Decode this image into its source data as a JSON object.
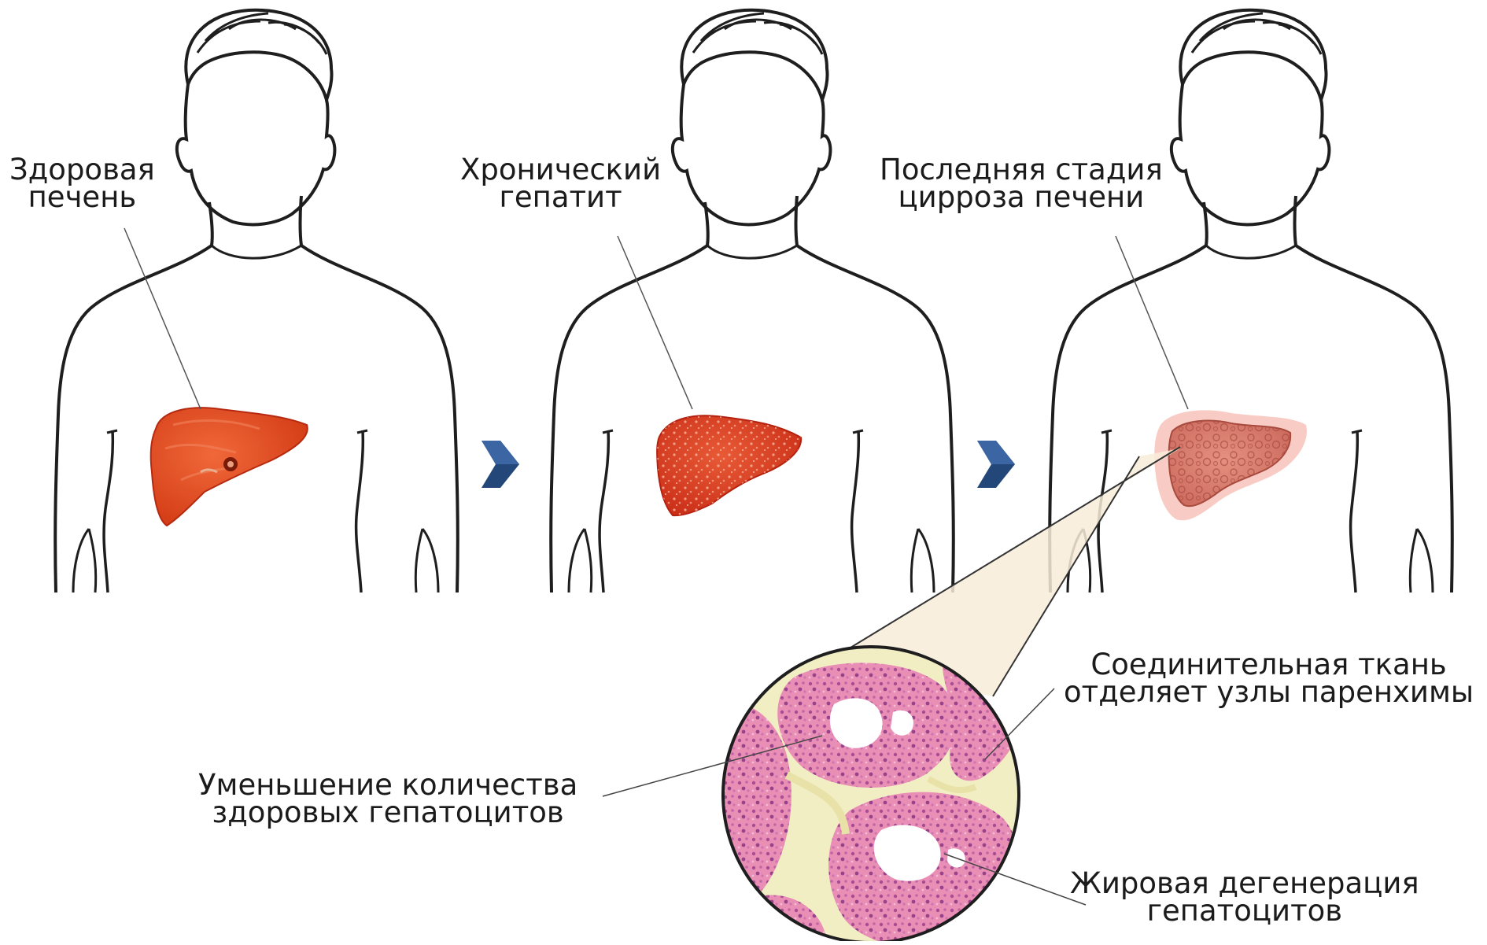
{
  "stages": [
    {
      "label_lines": [
        "Здоровая",
        "печень"
      ]
    },
    {
      "label_lines": [
        "Хронический",
        "гепатит"
      ]
    },
    {
      "label_lines": [
        "Последняя стадия",
        "цирроза печени"
      ]
    }
  ],
  "callouts": {
    "connective_tissue": [
      "Соединительная ткань",
      "отделяет узлы паренхимы"
    ],
    "fewer_hepatocytes": [
      "Уменьшение количества",
      "здоровых гепатоцитов"
    ],
    "fatty_degeneration": [
      "Жировая дегенерация",
      "гепатоцитов"
    ]
  },
  "colors": {
    "outline": "#1e1e1e",
    "liver_healthy": "#e24a1e",
    "liver_hepatitis": "#d93a1c",
    "liver_cirrhosis": "#d97a6a",
    "liver_cirrhosis_halo": "#f7c3ba",
    "arrow": "#24477a",
    "tissue_pink": "#e98fb5",
    "tissue_septa": "#f1eec4"
  },
  "icons": [
    "arrow-right-icon",
    "arrow-right-icon"
  ]
}
